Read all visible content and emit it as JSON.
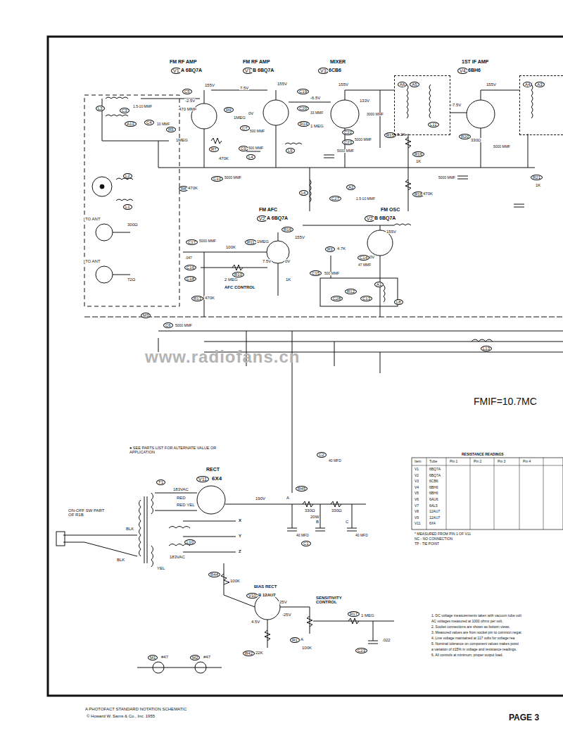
{
  "diagram": {
    "nodes": [
      {
        "text": [
          "A6",
          "A5"
        ]
      },
      {
        "text": [
          "A4",
          "A3"
        ]
      }
    ],
    "labels": [
      "FM RF AMP",
      "V1",
      "A 6BQ7A",
      "FM RF AMP",
      "V1",
      "B 6BQ7A",
      "MIXER",
      "V3",
      "6CB6",
      "1ST IF AMP",
      "V4",
      "6BH6",
      "C5",
      "-2.5V",
      "155V",
      "470 MMF",
      "L3",
      "C3",
      "1.5-10 MMF",
      "A13",
      "C4",
      "10 MMF",
      "R5",
      "1MEG",
      "7.5V",
      "155V",
      "R9",
      "1MEG",
      "0V",
      "C7",
      "500 MMF",
      "C9",
      "500 MMF",
      "R7",
      "470K",
      "L4",
      "L5",
      "C19",
      "C20",
      "33 MMF",
      "R14",
      "1 MEG",
      "-6.5V",
      "155V",
      "133V",
      "C22",
      "C23",
      "5000 MMF",
      "3000 MMF",
      "R15",
      "8.2K",
      "L11",
      "R16",
      "1K",
      "R18",
      "470K",
      "5000 MMF",
      "L6",
      "C27",
      "A2",
      "1.5-10 MMF",
      "-7.5V",
      "155V",
      "R20",
      "330Ω",
      "5000 MMF",
      "R21",
      "1K",
      "5000 MMF",
      "R8",
      "470K",
      "C10",
      "5000 MMF",
      "L2",
      "L1",
      "TO ANT",
      "300Ω",
      "TO ANT",
      "72Ω",
      "FM AFC",
      "V2",
      "A 6BQ7A",
      "R16",
      "155V",
      "C17",
      "5000 MMF",
      "100K",
      "R11",
      "1MEG",
      "7.5V",
      "0V",
      ".047",
      "C16",
      "R10",
      "2 MEG",
      "AFC CONTROL",
      "1K",
      "C18",
      "R13",
      "470K",
      "FM OSC",
      "V2",
      "B 6BQ7A",
      "155V",
      "0V",
      "R3",
      "4.7K",
      "47 MMF",
      "C14",
      "C15",
      "500 MMF",
      "C28",
      "R12",
      "A1",
      "C13",
      "L8",
      "M3",
      "C6",
      "5000 MMF",
      "L13",
      "www.radiofans.cn",
      "FMIF=10.7MC",
      "● SEE PARTS LIST FOR ALTERNATE VALUE OR APPLICATION",
      "RECT",
      "V11",
      "6X4",
      "T1",
      "183VAC",
      "RED",
      "RED YEL",
      "190V",
      "A",
      "R45",
      "330Ω",
      "330Ω",
      "20W",
      "B",
      "C",
      "40 MFD",
      "40 MFD",
      "C1",
      "C2",
      "40 MFD",
      "ON-OFF SW PART OF R1B",
      "BLK",
      "BLK",
      "183VAC",
      "YEL",
      "X",
      "Y",
      "Z",
      "L10",
      "R44",
      "100K",
      "BIAS RECT",
      "V10",
      "B 12AU7",
      "25V",
      "-25V",
      "SENSITIVITY CONTROL",
      "R1",
      "A",
      "100K",
      "R17",
      "1 MEG",
      "C23",
      ".022",
      "4.5V",
      "R42",
      "22K",
      "M1",
      "#47",
      "M2",
      "#47",
      "A PHOTOFACT STANDARD NOTATION SCHEMATIC",
      "© Howard W. Sams & Co., Inc. 1955",
      "PAGE 3",
      "RESISTANCE READINGS",
      "Item",
      "Tube",
      "Pin 1",
      "Pin 2",
      "Pin 3",
      "Pin 4",
      "V1",
      "6BQ7A",
      "V2",
      "6BQ7A",
      "V3",
      "6CB6",
      "V4",
      "6BH6",
      "V5",
      "6BH6",
      "V6",
      "6AU6",
      "V7",
      "6AL5",
      "V8",
      "12AU7",
      "V9",
      "12AU7",
      "V11",
      "6X4",
      "* MEASURED FROM PIN 1 OF V11",
      "NC - NO CONNECTION",
      "TP - TIE POINT",
      "1. DC voltage measurements taken with vacuum tube volt",
      "AC voltages measured at 1000 ohms per volt.",
      "2. Socket connections are shown as bottom views.",
      "3. Measured values are from socket pin to common negat",
      "4. Line voltage maintained at 117 volts for voltage rea",
      "5. Nominal tolerance on component values makes possi",
      "a variation of ±15% in voltage and resistance readings.",
      "6. All controls at minimum; proper output load."
    ]
  }
}
